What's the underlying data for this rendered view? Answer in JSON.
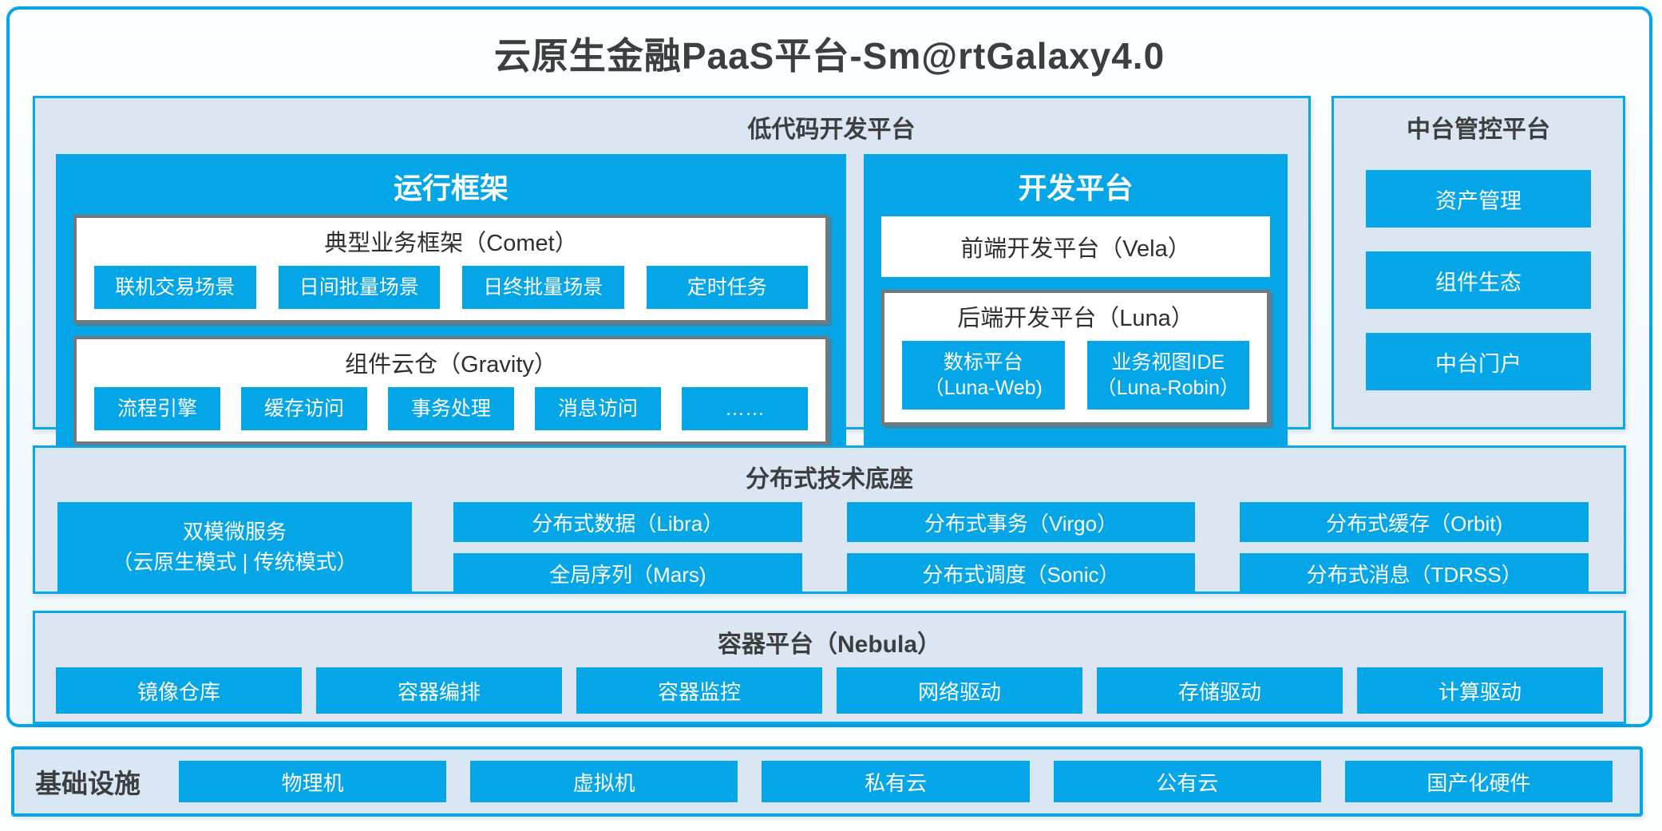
{
  "title": "云原生金融PaaS平台-Sm@rtGalaxy4.0",
  "colors": {
    "accent_blue": "#04a6e8",
    "panel_background": "#dce6f2",
    "gray_box_border": "#75777b",
    "dark_text": "#3d3e40",
    "white": "#ffffff"
  },
  "low_code": {
    "title": "低代码开发平台",
    "runtime": {
      "title": "运行框架",
      "comet": {
        "title": "典型业务框架（Comet）",
        "items": [
          "联机交易场景",
          "日间批量场景",
          "日终批量场景",
          "定时任务"
        ]
      },
      "gravity": {
        "title": "组件云仓（Gravity）",
        "items": [
          "流程引擎",
          "缓存访问",
          "事务处理",
          "消息访问",
          "……"
        ]
      }
    },
    "dev": {
      "title": "开发平台",
      "vela": "前端开发平台（Vela）",
      "luna": {
        "title": "后端开发平台（Luna）",
        "items": [
          {
            "line1": "数标平台",
            "line2": "（Luna-Web)"
          },
          {
            "line1": "业务视图IDE",
            "line2": "（Luna-Robin）"
          }
        ]
      }
    }
  },
  "midend": {
    "title": "中台管控平台",
    "items": [
      "资产管理",
      "组件生态",
      "中台门户"
    ]
  },
  "distributed": {
    "title": "分布式技术底座",
    "dual_mode": {
      "line1": "双模微服务",
      "line2": "（云原生模式 | 传统模式）"
    },
    "grid": [
      "分布式数据（Libra）",
      "分布式事务（Virgo）",
      "分布式缓存（Orbit)",
      "全局序列（Mars)",
      "分布式调度（Sonic）",
      "分布式消息（TDRSS）"
    ]
  },
  "container_platform": {
    "title": "容器平台（Nebula）",
    "items": [
      "镜像仓库",
      "容器编排",
      "容器监控",
      "网络驱动",
      "存储驱动",
      "计算驱动"
    ]
  },
  "infrastructure": {
    "title": "基础设施",
    "items": [
      "物理机",
      "虚拟机",
      "私有云",
      "公有云",
      "国产化硬件"
    ]
  }
}
